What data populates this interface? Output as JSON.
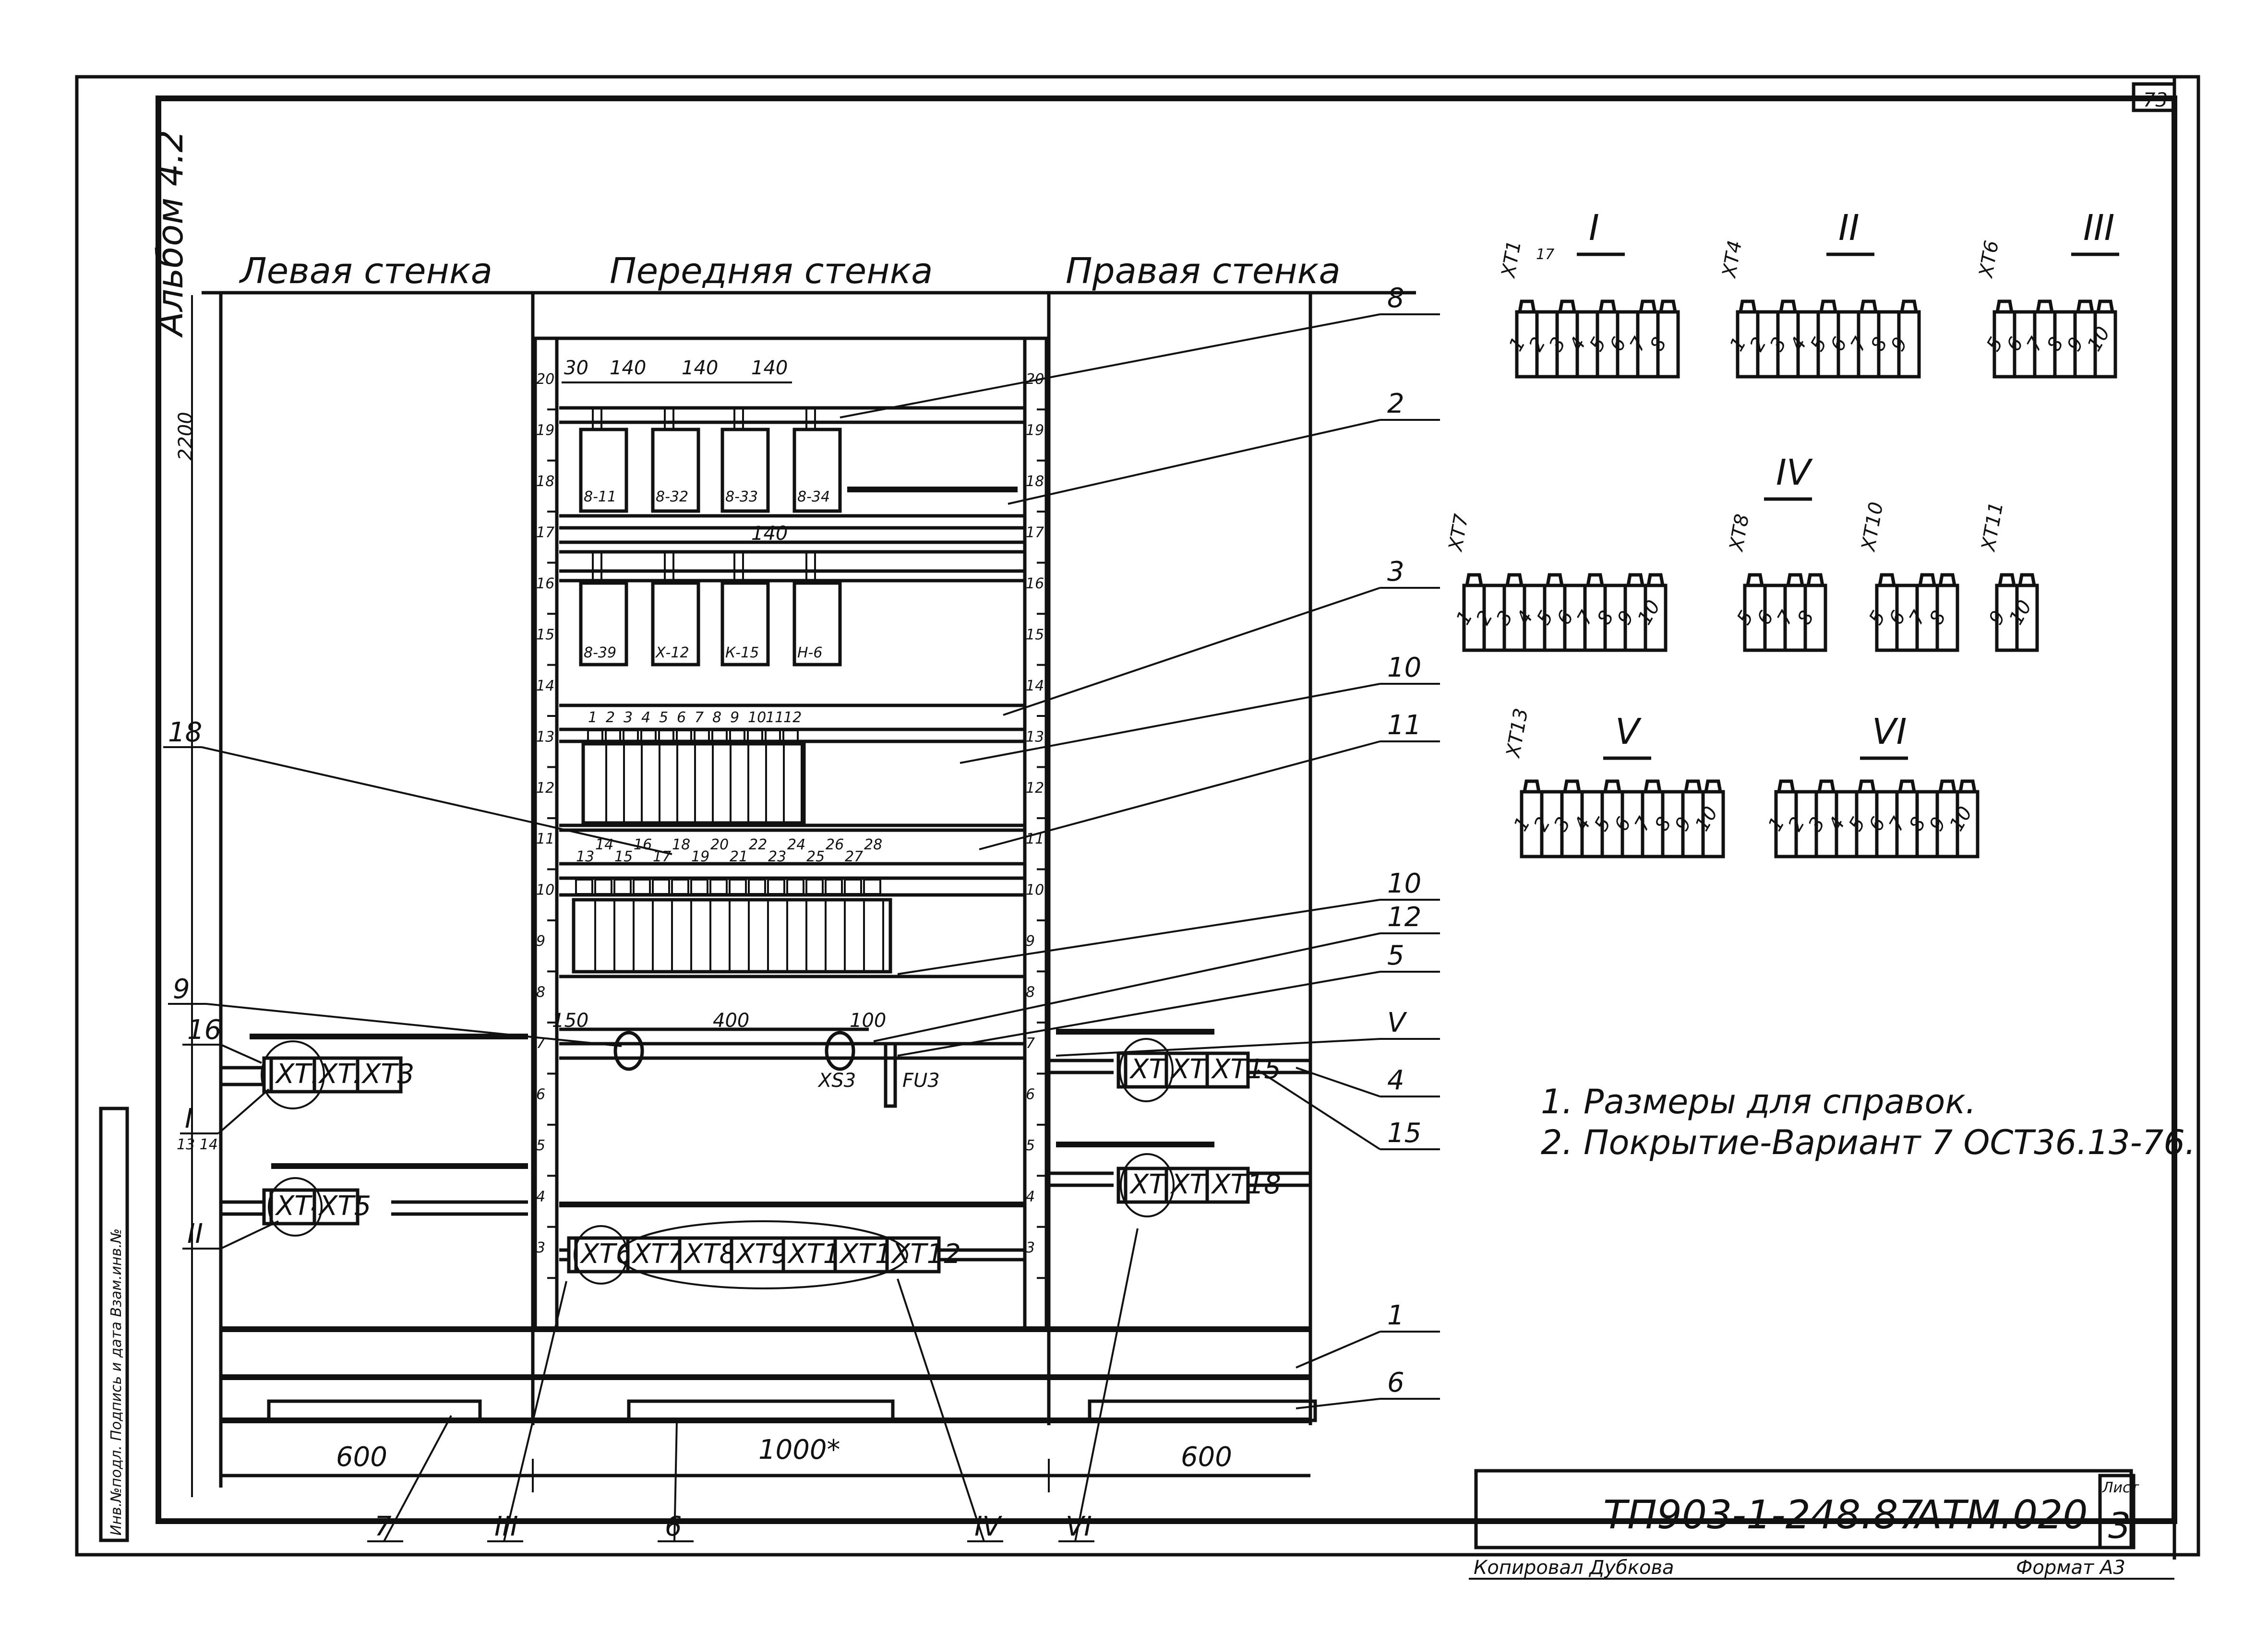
{
  "sheet": {
    "corner_number": "73",
    "album_label": "Альбом 4.2",
    "side_stamp": "Инв.№подл. Подпись и дата Взам.инв.№"
  },
  "walls": {
    "left": "Левая стенка",
    "front": "Передняя стенка",
    "right": "Правая стенка"
  },
  "front_wall": {
    "top_dims": [
      "30",
      "140",
      "140",
      "140"
    ],
    "mid_dim": "140",
    "rail_numbers": [
      "20",
      "19",
      "18",
      "17",
      "16",
      "15",
      "14",
      "13",
      "12",
      "11",
      "10",
      "9",
      "8",
      "7",
      "6",
      "5",
      "4",
      "3"
    ],
    "relays_top": [
      "8-11",
      "8-32",
      "8-33",
      "8-34"
    ],
    "relays_bottom": [
      "8-39",
      "Х-12",
      "К-15",
      "Н-6"
    ],
    "row_a_numbers": [
      "1",
      "2",
      "3",
      "4",
      "5",
      "6",
      "7",
      "8",
      "9",
      "10",
      "11",
      "12"
    ],
    "row_b_numbers": [
      "13",
      "14",
      "15",
      "16",
      "17",
      "18",
      "19",
      "20",
      "21",
      "22",
      "23",
      "24",
      "25",
      "26",
      "27",
      "28"
    ],
    "socket_dims": [
      "150",
      "400",
      "100"
    ],
    "socket_label": "XS3",
    "fuse_label": "FU3",
    "terminal_row": [
      "XT6",
      "XT7",
      "XT8",
      "XT9",
      "XT10",
      "XT11",
      "XT12"
    ]
  },
  "left_wall": {
    "height_dim": "2200",
    "row_top": [
      "XT1",
      "XT2",
      "XT3"
    ],
    "row_bottom": [
      "XT4",
      "XT5"
    ],
    "side_tag": "13 14"
  },
  "right_wall": {
    "row_top": [
      "XT13",
      "XT14",
      "XT15"
    ],
    "row_bottom": [
      "XT16",
      "XT17",
      "XT18"
    ]
  },
  "bottom_dims": [
    "600",
    "1000*",
    "600"
  ],
  "callouts": {
    "right": [
      "8",
      "2",
      "3",
      "10",
      "11",
      "10",
      "12",
      "5",
      "V",
      "4",
      "15",
      "1",
      "6"
    ],
    "left": [
      "18",
      "9",
      "16",
      "I",
      "II"
    ],
    "bottom": [
      "7",
      "III",
      "6",
      "IV",
      "VI"
    ]
  },
  "details": [
    {
      "roman": "I",
      "blocks": [
        {
          "name": "XT1",
          "terms": [
            "1",
            "2",
            "3",
            "4",
            "5",
            "6",
            "7",
            "8"
          ]
        }
      ],
      "note": "17"
    },
    {
      "roman": "II",
      "blocks": [
        {
          "name": "XT4",
          "terms": [
            "1",
            "2",
            "3",
            "4",
            "5",
            "6",
            "7",
            "8",
            "9"
          ]
        }
      ]
    },
    {
      "roman": "III",
      "blocks": [
        {
          "name": "XT6",
          "terms": [
            "5",
            "6",
            "7",
            "8",
            "9",
            "10"
          ]
        }
      ]
    },
    {
      "roman": "IV",
      "blocks": [
        {
          "name": "XT7",
          "terms": [
            "1",
            "2",
            "3",
            "4",
            "5",
            "6",
            "7",
            "8",
            "9",
            "10"
          ]
        },
        {
          "name": "XT8",
          "terms": [
            "5",
            "6",
            "7",
            "8"
          ]
        },
        {
          "name": "XT10",
          "terms": [
            "5",
            "6",
            "7",
            "8"
          ]
        },
        {
          "name": "XT11",
          "terms": [
            "9",
            "10"
          ]
        }
      ]
    },
    {
      "roman": "V",
      "blocks": [
        {
          "name": "XT13",
          "terms": [
            "1",
            "2",
            "3",
            "4",
            "5",
            "6",
            "7",
            "8",
            "9",
            "10"
          ]
        }
      ]
    },
    {
      "roman": "VI",
      "blocks": [
        {
          "name": "",
          "terms": [
            "1",
            "2",
            "3",
            "4",
            "5",
            "6",
            "7",
            "8",
            "9",
            "10"
          ]
        }
      ]
    }
  ],
  "notes": [
    "1. Размеры для справок.",
    "2. Покрытие-Вариант 7 ОСТ36.13-76."
  ],
  "title_block": {
    "project_code": "ТП903-1-248.87",
    "doc_code": "АТМ.020",
    "sheet_label": "Лист",
    "sheet_number": "3",
    "copied_by": "Копировал Дубкова",
    "format": "Формат А3"
  }
}
